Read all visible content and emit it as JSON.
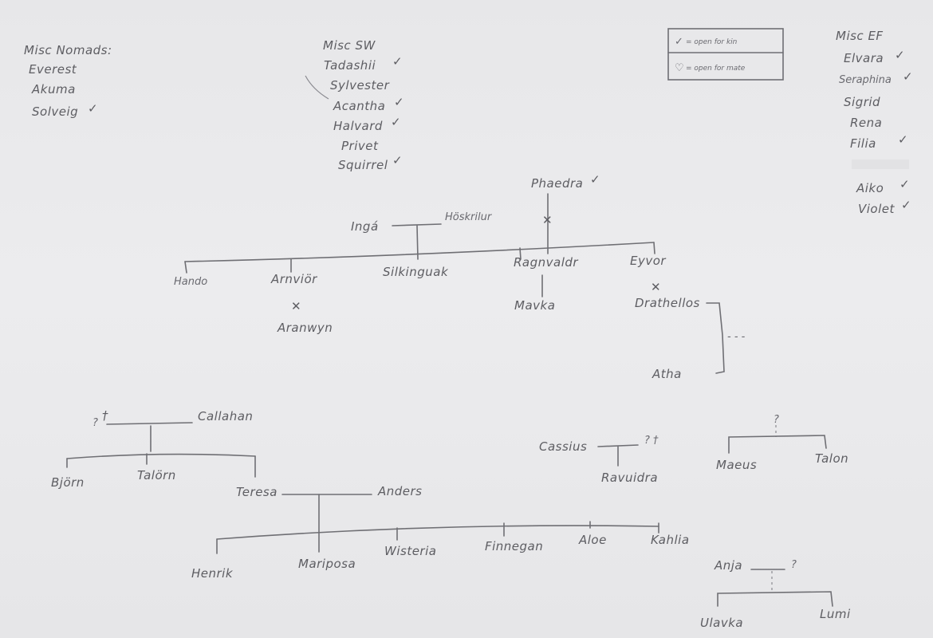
{
  "misc_nomads": {
    "title": "Misc Nomads:",
    "items": [
      {
        "name": "Everest",
        "mark": ""
      },
      {
        "name": "Akuma",
        "mark": ""
      },
      {
        "name": "Solveig",
        "mark": "✓"
      }
    ]
  },
  "misc_sw": {
    "title": "Misc SW",
    "items": [
      {
        "name": "Tadashii",
        "mark": "✓"
      },
      {
        "name": "Sylvester",
        "mark": ""
      },
      {
        "name": "Acantha",
        "mark": "✓"
      },
      {
        "name": "Halvard",
        "mark": "✓"
      },
      {
        "name": "Privet",
        "mark": ""
      },
      {
        "name": "Squirrel",
        "mark": "✓"
      }
    ]
  },
  "legend": {
    "kin": {
      "symbol": "✓",
      "label": "= open for kin"
    },
    "mate": {
      "symbol": "♡",
      "label": "= open for mate"
    }
  },
  "misc_ef": {
    "title": "Misc EF",
    "items": [
      {
        "name": "Elvara",
        "mark": "✓"
      },
      {
        "name": "Seraphina",
        "mark": "✓"
      },
      {
        "name": "Sigrid",
        "mark": ""
      },
      {
        "name": "Rena",
        "mark": ""
      },
      {
        "name": "Filia",
        "mark": "✓"
      },
      {
        "name": "Aiko",
        "mark": "✓"
      },
      {
        "name": "Violet",
        "mark": "✓"
      }
    ]
  },
  "tree_top": {
    "phaedra": "Phaedra",
    "phaedra_mark": "✓",
    "inga": "Ingá",
    "hoskuldur": "Höskrilur",
    "hando": "Hando",
    "arnvior": "Arnviör",
    "arnvior_mate": "Aranwyn",
    "silkinguak": "Silkinguak",
    "ragnvaldr": "Ragnvaldr",
    "mavka": "Mavka",
    "eyvor": "Eyvor",
    "drathellos": "Drathellos",
    "atha": "Atha",
    "cross": "✕",
    "dots": "- - -"
  },
  "tree_left": {
    "unknown": "?",
    "dagger": "†",
    "callahan": "Callahan",
    "bjorn": "Björn",
    "talorn": "Talörn",
    "teresa": "Teresa",
    "anders": "Anders",
    "children": [
      "Henrik",
      "Mariposa",
      "Wisteria",
      "Finnegan",
      "Aloe",
      "Kahlia"
    ]
  },
  "tree_mid": {
    "cassius": "Cassius",
    "partner": "? †",
    "child": "Ravuidra"
  },
  "tree_right": {
    "parent_mark": "?",
    "maeus": "Maeus",
    "talon": "Talon",
    "anja": "Anja",
    "anja_partner": "?",
    "ulavka": "Ulavka",
    "lumi": "Lumi"
  }
}
